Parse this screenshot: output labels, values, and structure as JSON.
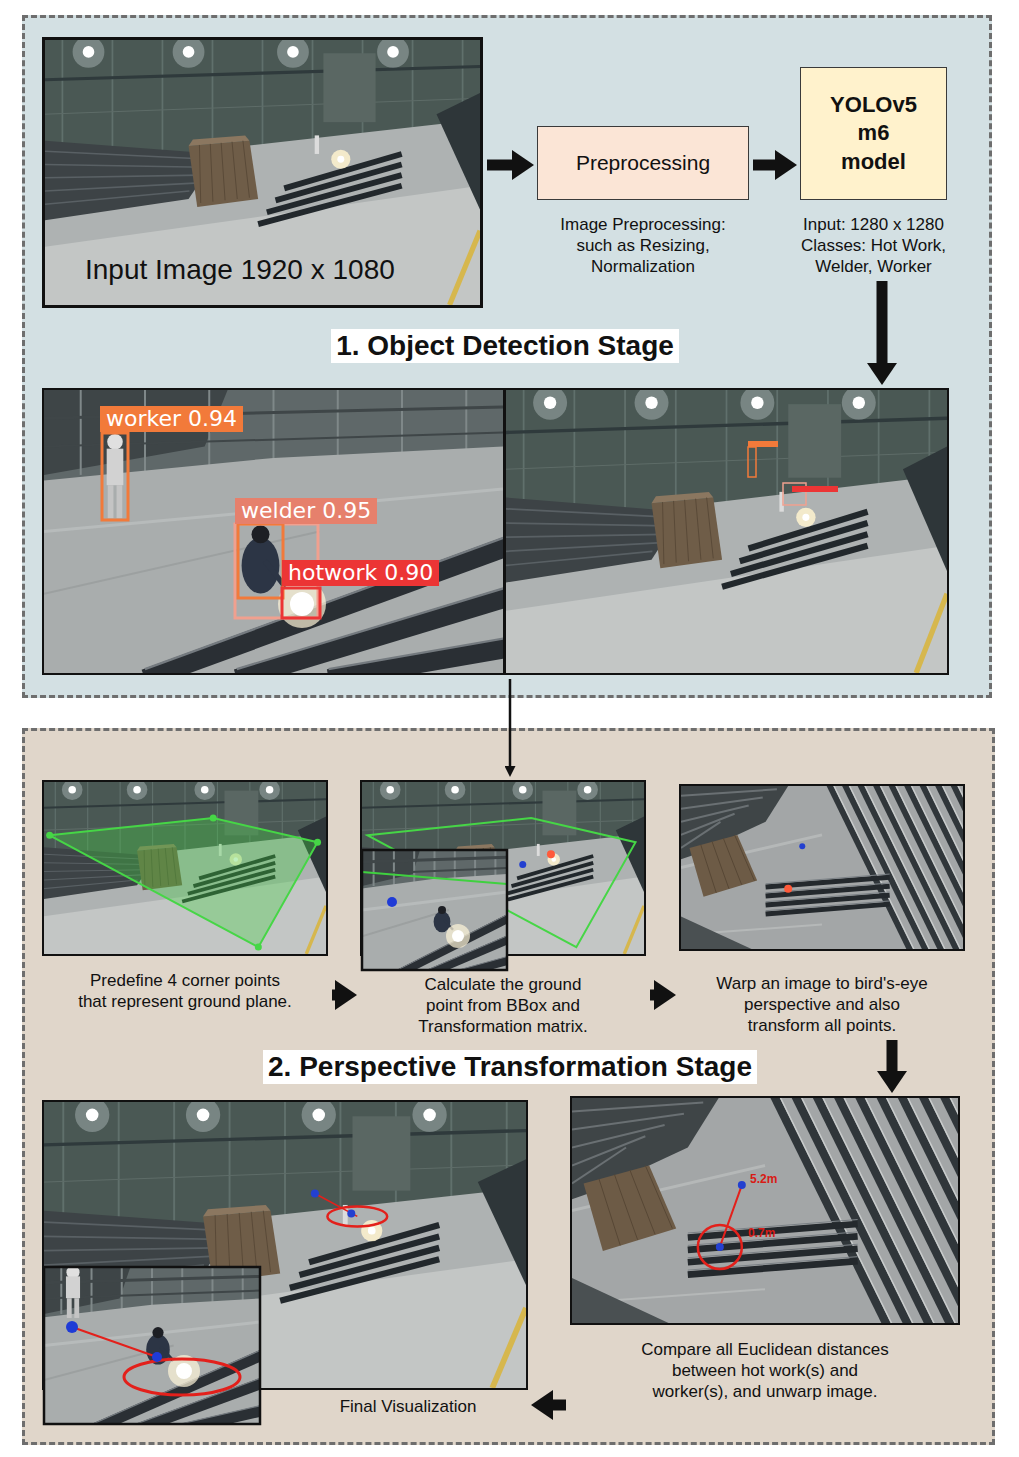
{
  "diagram": {
    "nodes": [
      {
        "text": [
          "1. Object Detection Stage"
        ]
      },
      {
        "text": [
          "Input Image 1920 x 1080"
        ],
        "in": 0
      },
      {
        "text": [
          "Preprocessing",
          "Image Preprocessing: such as Resizing, Normalization"
        ],
        "in": 0
      },
      {
        "text": [
          "YOLOv5 m6 model",
          "Input: 1280 x 1280 Classes: Hot Work, Welder, Worker"
        ],
        "in": 0
      },
      {
        "text": [
          "worker 0.94",
          "welder 0.95",
          "hotwork 0.90"
        ],
        "in": 0
      },
      {
        "text": [
          "2. Perspective Transformation Stage"
        ]
      },
      {
        "text": [
          "Predefine 4 corner points that represent ground plane."
        ],
        "in": 5
      },
      {
        "text": [
          "Calculate the ground point from BBox and Transformation matrix."
        ],
        "in": 5
      },
      {
        "text": [
          "Warp an image to bird's-eye perspective and also transform all points."
        ],
        "in": 5
      },
      {
        "text": [
          "Compare all Euclidean distances between hot work(s) and worker(s), and unwarp image."
        ],
        "in": 5
      },
      {
        "text": [
          "Final Visualization"
        ],
        "in": 5
      }
    ],
    "edges": [
      {
        "from": 1,
        "to": 2,
        "arrow": "to"
      },
      {
        "from": 2,
        "to": 3,
        "arrow": "to"
      },
      {
        "from": 3,
        "to": 4,
        "arrow": "to"
      },
      {
        "from": 4,
        "to": 7,
        "arrow": "to"
      },
      {
        "from": 6,
        "to": 7,
        "arrow": "to"
      },
      {
        "from": 7,
        "to": 8,
        "arrow": "to"
      },
      {
        "from": 8,
        "to": 9,
        "arrow": "to"
      },
      {
        "from": 9,
        "to": 10,
        "arrow": "to"
      }
    ],
    "labels": [
      "5.2m",
      "0.7m"
    ]
  }
}
